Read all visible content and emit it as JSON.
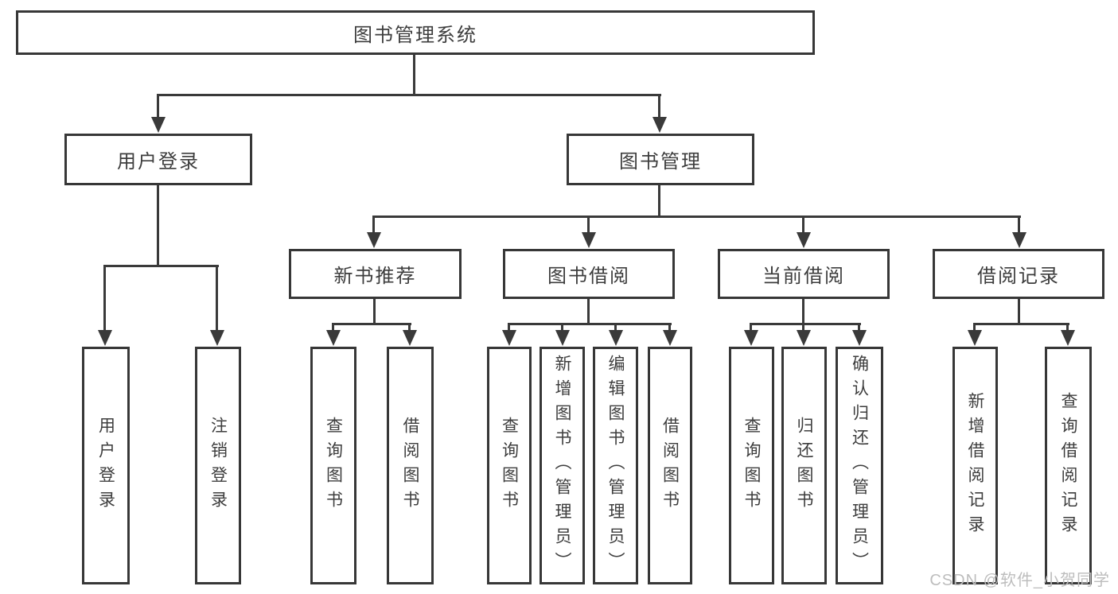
{
  "tree": {
    "label": "图书管理系统",
    "children": [
      {
        "label": "用户登录",
        "children": [
          {
            "label": "用户登录"
          },
          {
            "label": "注销登录"
          }
        ]
      },
      {
        "label": "图书管理",
        "children": [
          {
            "label": "新书推荐",
            "children": [
              {
                "label": "查询图书"
              },
              {
                "label": "借阅图书"
              }
            ]
          },
          {
            "label": "图书借阅",
            "children": [
              {
                "label": "查询图书"
              },
              {
                "label": "新增图书（管理员）"
              },
              {
                "label": "编辑图书（管理员）"
              },
              {
                "label": "借阅图书"
              }
            ]
          },
          {
            "label": "当前借阅",
            "children": [
              {
                "label": "查询图书"
              },
              {
                "label": "归还图书"
              },
              {
                "label": "确认归还（管理员）"
              }
            ]
          },
          {
            "label": "借阅记录",
            "children": [
              {
                "label": "新增借阅记录"
              },
              {
                "label": "查询借阅记录"
              }
            ]
          }
        ]
      }
    ]
  },
  "watermark": {
    "text": "CSDN @软件_小贺同学"
  },
  "colors": {
    "background": "#ffffff",
    "line": "#3a3a3a",
    "box_border": "#373737",
    "box_fill": "#ffffff",
    "text": "#3d3d3d",
    "watermark": "#bdbdbd"
  }
}
